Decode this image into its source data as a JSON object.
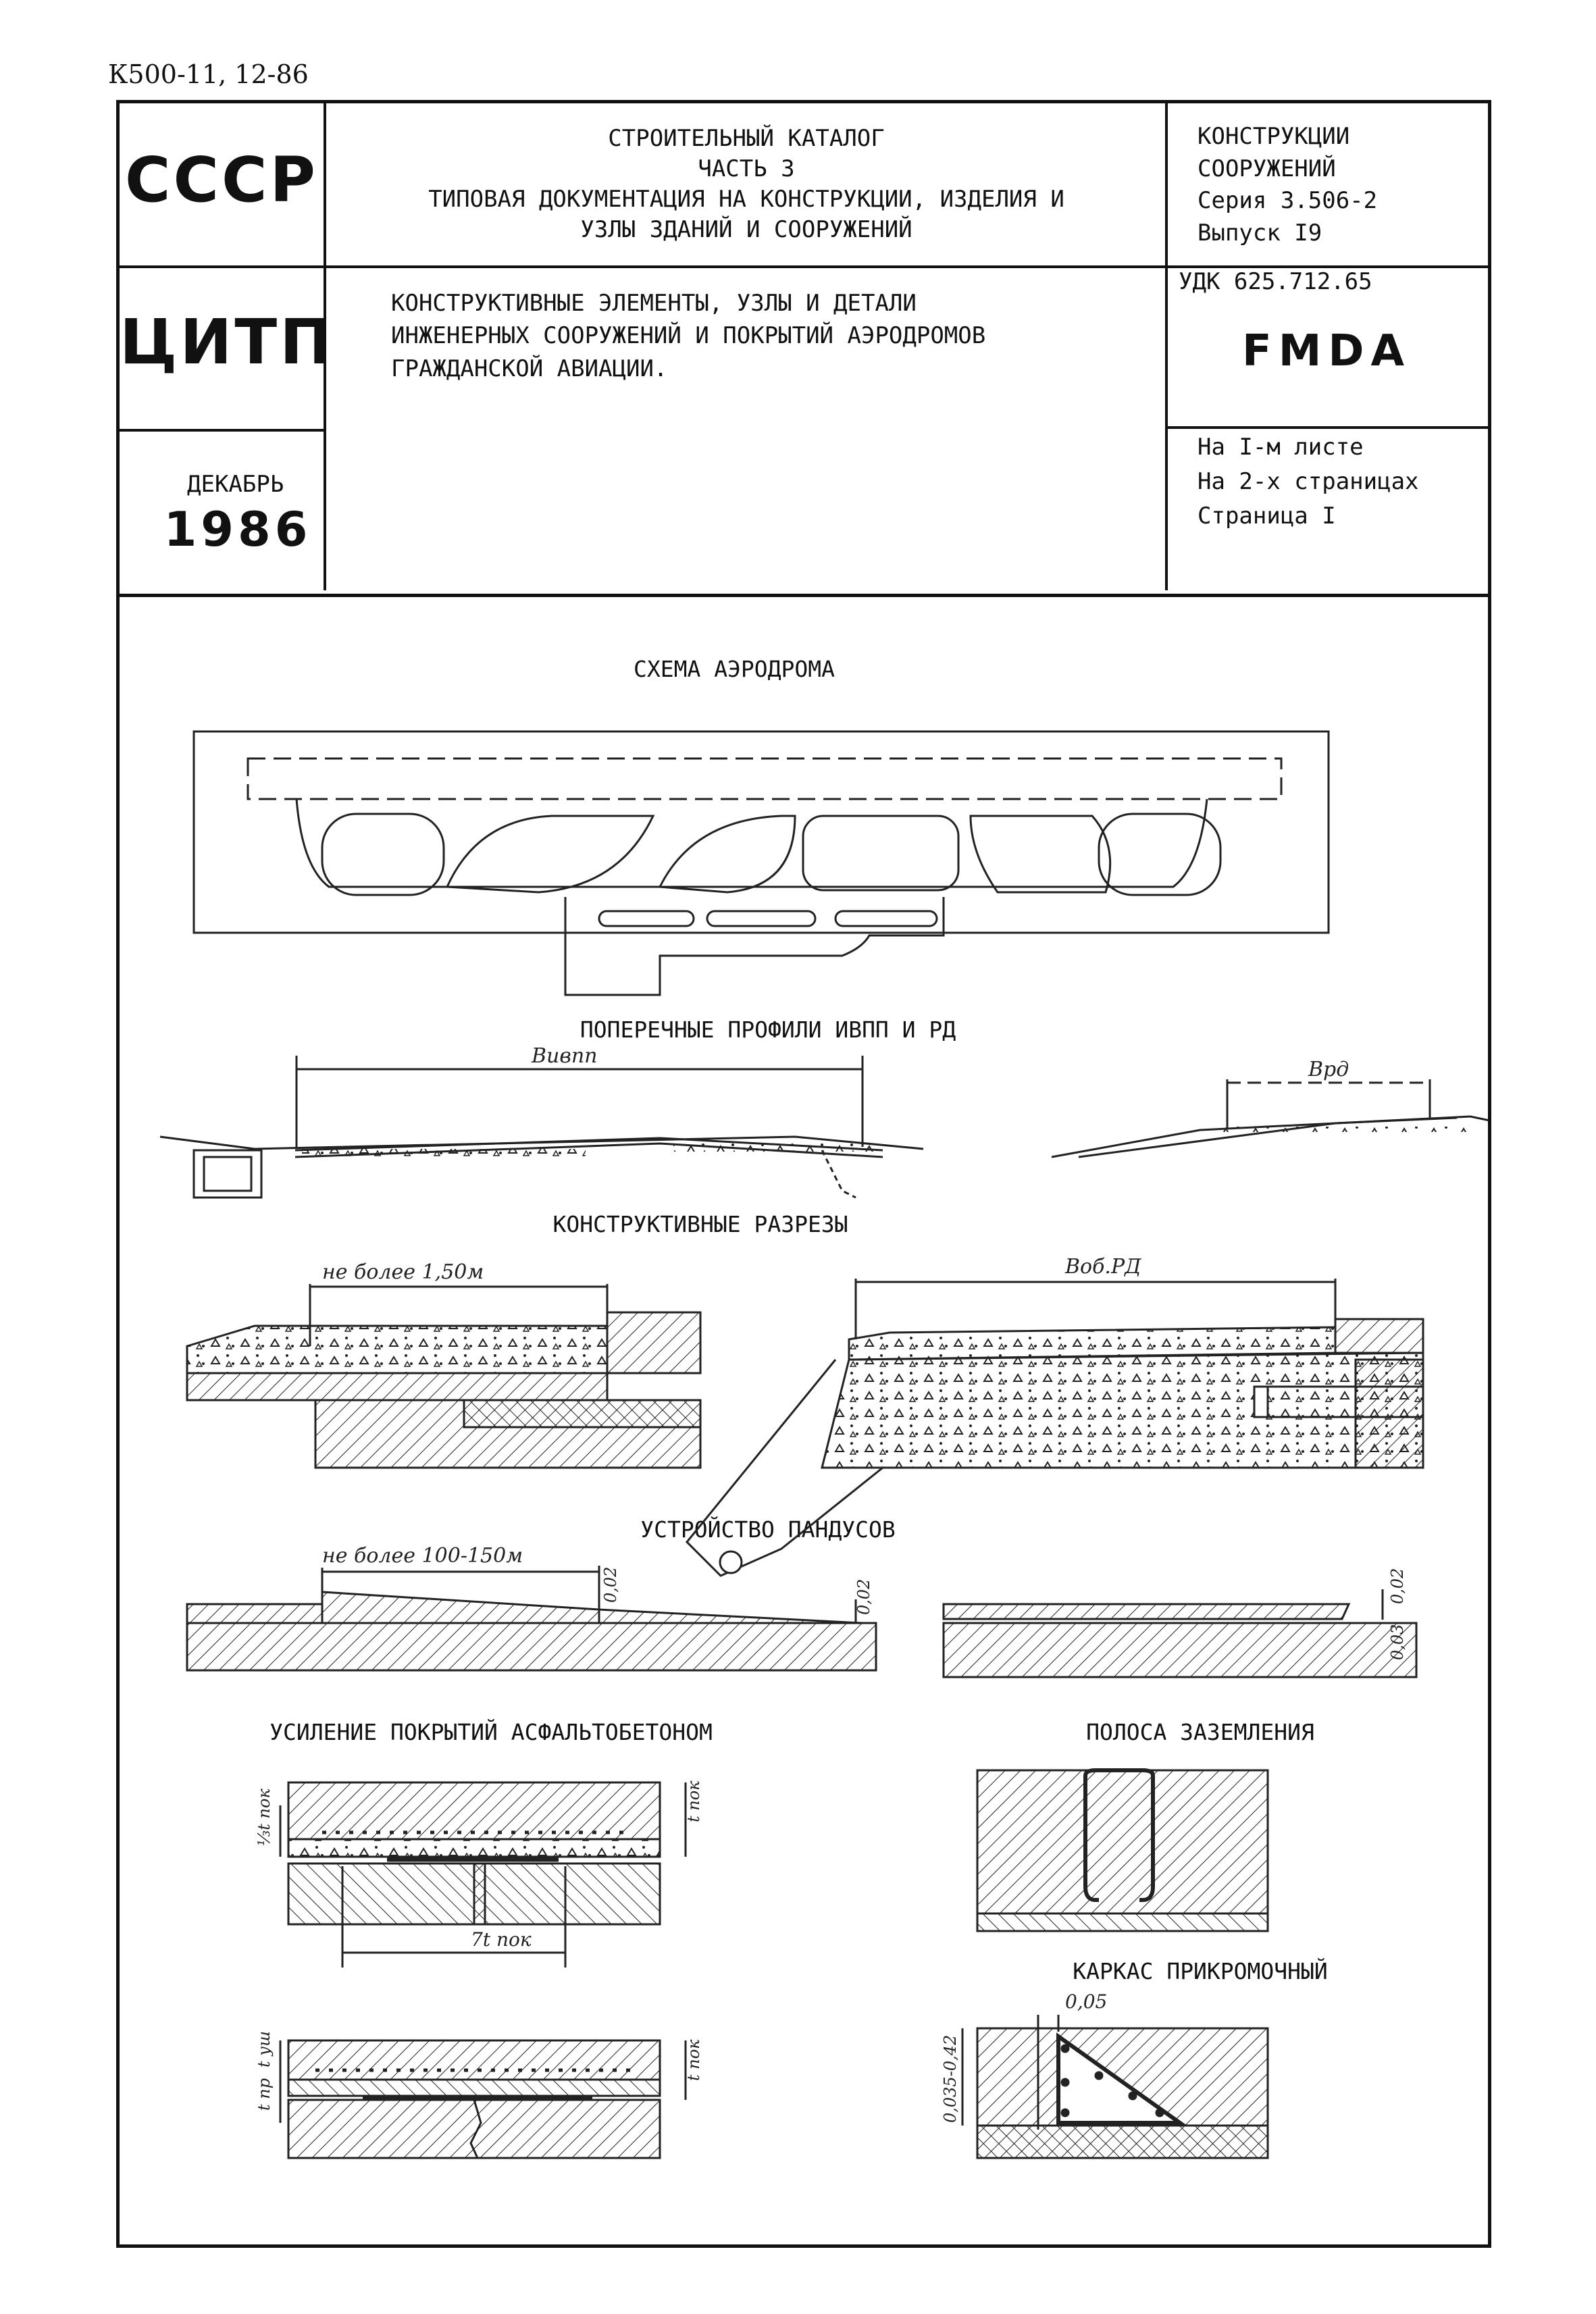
{
  "doc_code": "К500-11, 12-86",
  "title_block": {
    "org1": "СССР",
    "org2": "ЦИТП",
    "month": "ДЕКАБРЬ",
    "year": "1986",
    "catalog_line1": "СТРОИТЕЛЬНЫЙ КАТАЛОГ",
    "catalog_line2": "ЧАСТЬ 3",
    "catalog_line3": "ТИПОВАЯ ДОКУМЕНТАЦИЯ НА КОНСТРУКЦИИ, ИЗДЕЛИЯ И",
    "catalog_line4": "УЗЛЫ ЗДАНИЙ И СООРУЖЕНИЙ",
    "subject_line1": "КОНСТРУКТИВНЫЕ ЭЛЕМЕНТЫ, УЗЛЫ И ДЕТАЛИ",
    "subject_line2": "ИНЖЕНЕРНЫХ СООРУЖЕНИЙ И ПОКРЫТИЙ АЭРОДРОМОВ",
    "subject_line3": "ГРАЖДАНСКОЙ АВИАЦИИ.",
    "section_line1": "КОНСТРУКЦИИ",
    "section_line2": "СООРУЖЕНИЙ",
    "series": "Серия 3.506-2",
    "issue": "Выпуск I9",
    "udk": "УДК 625.712.65",
    "code": "FMDA",
    "sheets": "На I-м листе",
    "pages": "На 2-х страницах",
    "page": "Страница I"
  },
  "headings": {
    "airfield_scheme": "СХЕМА АЭРОДРОМА",
    "cross_profiles": "ПОПЕРЕЧНЫЕ ПРОФИЛИ ИВПП И РД",
    "sections": "КОНСТРУКТИВНЫЕ РАЗРЕЗЫ",
    "ramps": "УСТРОЙСТВО ПАНДУСОВ",
    "reinforcement": "УСИЛЕНИЕ ПОКРЫТИЙ АСФАЛЬТОБЕТОНОМ",
    "grounding": "ПОЛОСА ЗАЗЕМЛЕНИЯ",
    "edge_frame": "КАРКАС ПРИКРОМОЧНЫЙ"
  },
  "labels": {
    "b_ivpp": "Вивпп",
    "b_rd": "Врд",
    "not_more_150": "не более 1,50м",
    "b_ob_rd": "Воб.РД",
    "not_more_100_150": "не более 100-150м",
    "d002": "0,02",
    "d003": "0,03",
    "t_coat": "t пок",
    "one_third_t": "⅓t пок",
    "seven_t": "7t пок",
    "t_ug": "t уш",
    "t_pr": "t пр",
    "d005": "0,05",
    "d035_042": "0,035-0,42"
  }
}
